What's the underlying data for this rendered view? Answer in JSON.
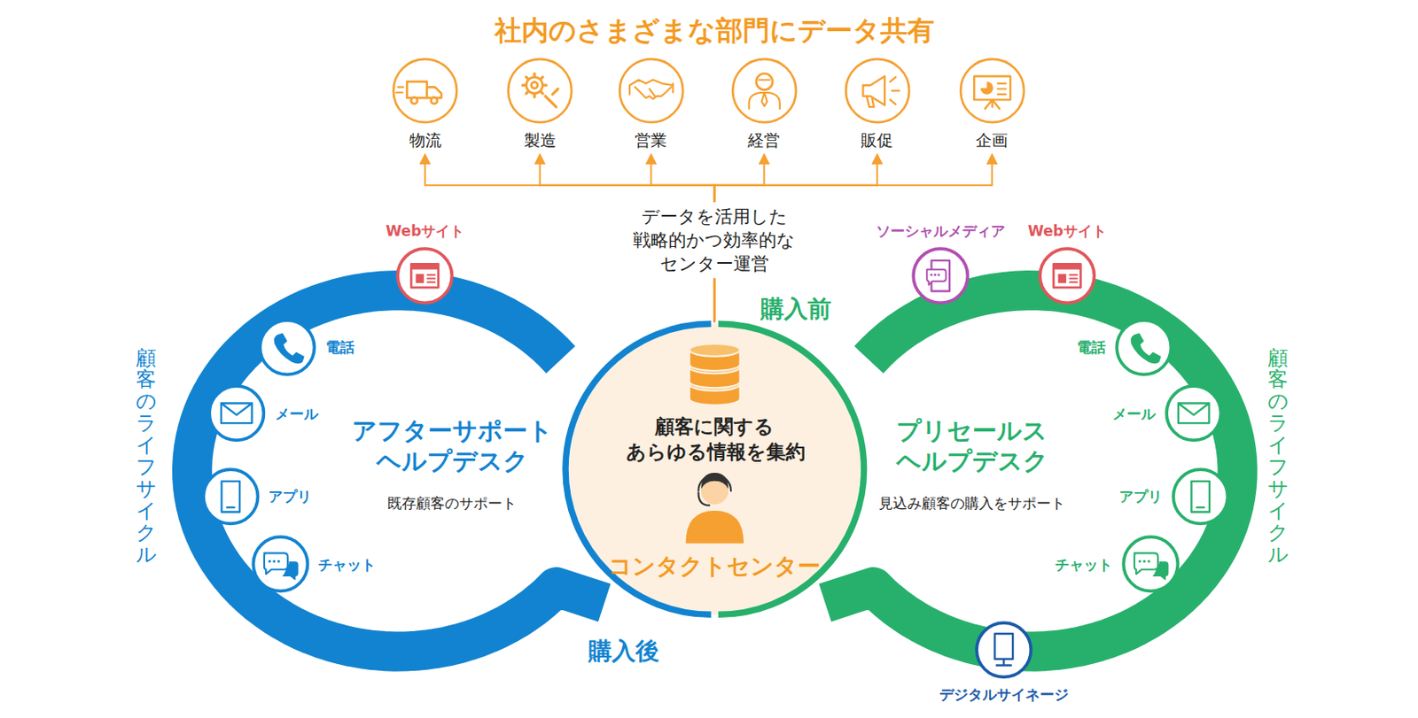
{
  "diagram": {
    "title": "社内のさまざまな部門にデータ共有",
    "nodes": [
      {
        "text": [
          "物流"
        ]
      },
      {
        "text": [
          "製造"
        ]
      },
      {
        "text": [
          "営業"
        ]
      },
      {
        "text": [
          "経営"
        ]
      },
      {
        "text": [
          "販促"
        ]
      },
      {
        "text": [
          "企画"
        ]
      },
      {
        "text": [
          "アフターサポート ヘルプデスク",
          "既存顧客のサポート"
        ]
      },
      {
        "text": [
          "Webサイト"
        ]
      },
      {
        "text": [
          "電話"
        ]
      },
      {
        "text": [
          "メール"
        ]
      },
      {
        "text": [
          "アプリ"
        ]
      },
      {
        "text": [
          "チャット"
        ]
      },
      {
        "text": [
          "顧客に関する あらゆる情報を集約",
          "コンタクトセンター"
        ]
      },
      {
        "text": [
          "プリセールス ヘルプデスク",
          "見込み顧客の購入をサポート"
        ]
      },
      {
        "text": [
          "ソーシャルメディア"
        ]
      },
      {
        "text": [
          "Webサイト"
        ]
      },
      {
        "text": [
          "電話"
        ]
      },
      {
        "text": [
          "メール"
        ]
      },
      {
        "text": [
          "アプリ"
        ]
      },
      {
        "text": [
          "チャット"
        ]
      },
      {
        "text": [
          "デジタルサイネージ"
        ]
      }
    ],
    "edges": [
      {
        "from": 12,
        "to": 0,
        "arrow": "to"
      },
      {
        "from": 12,
        "to": 1,
        "arrow": "to"
      },
      {
        "from": 12,
        "to": 2,
        "arrow": "to"
      },
      {
        "from": 12,
        "to": 3,
        "arrow": "to"
      },
      {
        "from": 12,
        "to": 4,
        "arrow": "to"
      },
      {
        "from": 12,
        "to": 5,
        "arrow": "to"
      }
    ],
    "labels": [
      "データを活用した 戦略的かつ効率的な センター運営",
      "購入前",
      "購入後",
      "顧客のライフサイクル",
      "顧客のライフサイクル"
    ]
  }
}
